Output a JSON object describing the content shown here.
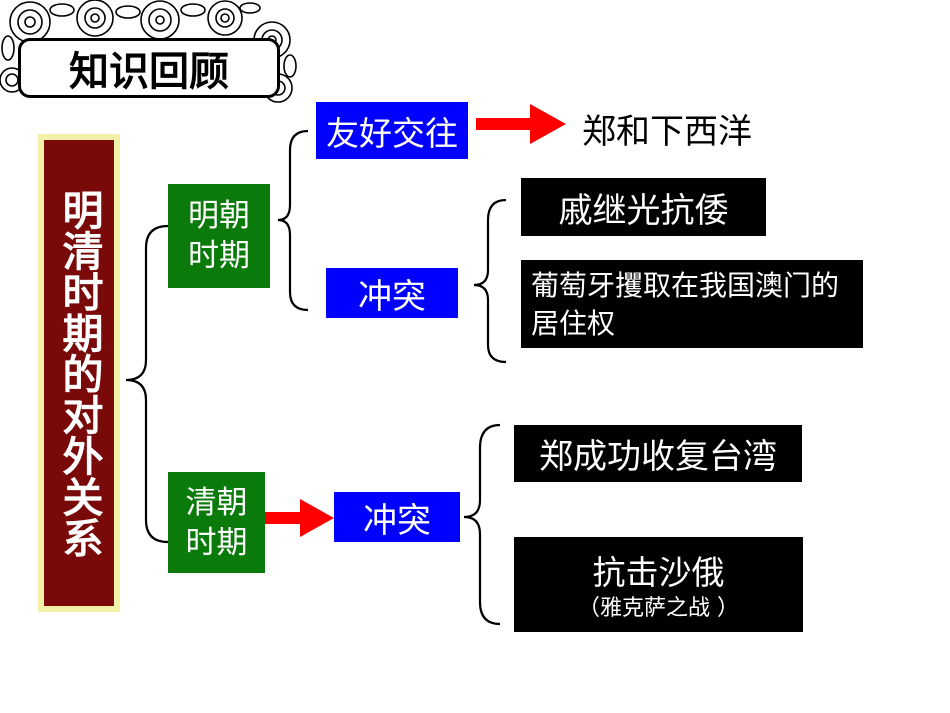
{
  "title": "知识回顾",
  "topic": "明清时期的对外关系",
  "ming": {
    "label": "明朝\n时期",
    "friendly": {
      "label": "友好交往",
      "result": "郑和下西洋"
    },
    "conflict": {
      "label": "冲突",
      "events": [
        "戚继光抗倭",
        "葡萄牙攫取在我国澳门的居住权"
      ]
    }
  },
  "qing": {
    "label": "清朝\n时期",
    "conflict": {
      "label": "冲突",
      "events": [
        {
          "main": "郑成功收复台湾"
        },
        {
          "main": "抗击沙俄",
          "sub": "（雅克萨之战 ）"
        }
      ]
    }
  }
}
